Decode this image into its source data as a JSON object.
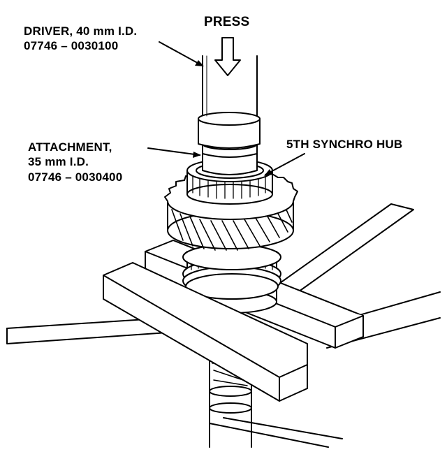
{
  "labels": {
    "press": "PRESS",
    "driver": {
      "line1": "DRIVER, 40 mm I.D.",
      "line2": "07746 – 0030100"
    },
    "attachment": {
      "line1": "ATTACHMENT,",
      "line2": "35 mm I.D.",
      "line3": "07746 – 0030400"
    },
    "synchro_hub": "5TH SYNCHRO HUB"
  },
  "colors": {
    "ink": "#000000",
    "paper": "#ffffff"
  }
}
